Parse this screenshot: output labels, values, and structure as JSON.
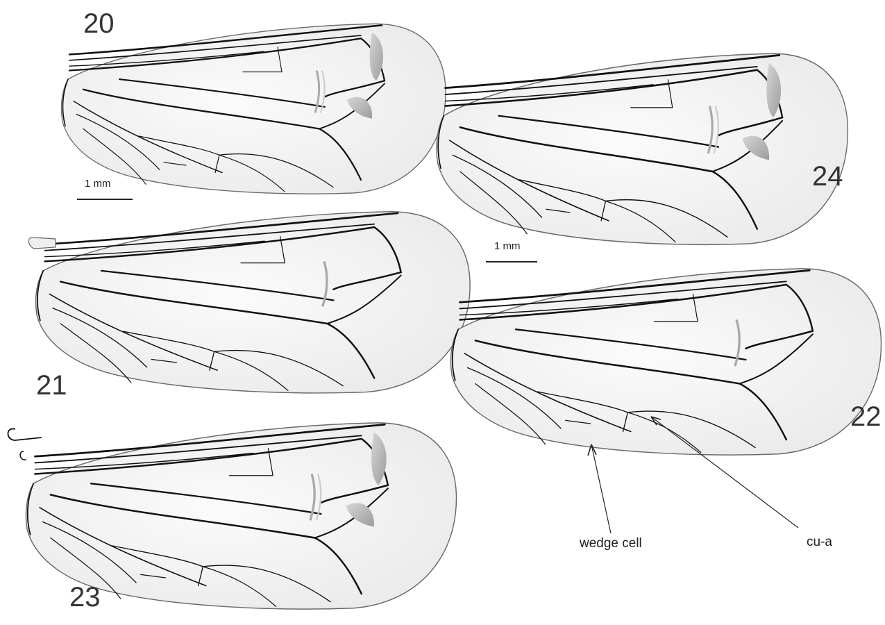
{
  "figure_numbers": {
    "fig20": "20",
    "fig21": "21",
    "fig22": "22",
    "fig23": "23",
    "fig24": "24"
  },
  "scale_bars": {
    "left": "1 mm",
    "right": "1 mm"
  },
  "annotations": {
    "wedge_cell": "wedge cell",
    "cu_a": "cu-a"
  },
  "colors": {
    "wing_fill": "#f0f0f0",
    "wing_outline": "#666666",
    "vein": "#111111",
    "stigma": "#b9b9b9",
    "number_text": "#333333"
  }
}
